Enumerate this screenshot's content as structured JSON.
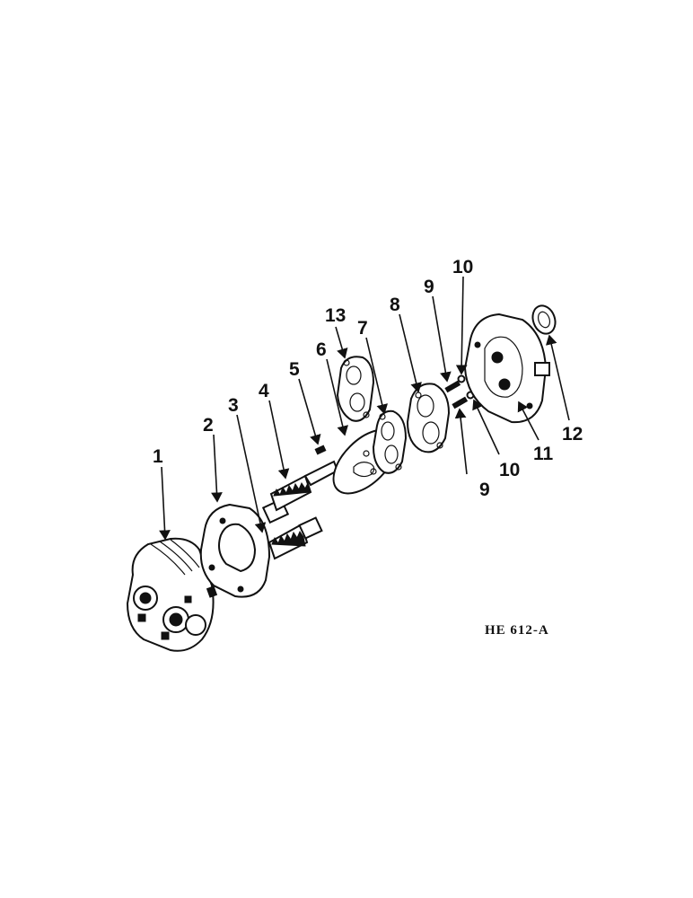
{
  "drawing_code": "HE 612-A",
  "callouts": {
    "c1": "1",
    "c2": "2",
    "c3": "3",
    "c4": "4",
    "c5": "5",
    "c6": "6",
    "c7": "7",
    "c8": "8",
    "c9a": "9",
    "c9b": "9",
    "c10a": "10",
    "c10b": "10",
    "c11": "11",
    "c12": "12",
    "c13": "13"
  }
}
